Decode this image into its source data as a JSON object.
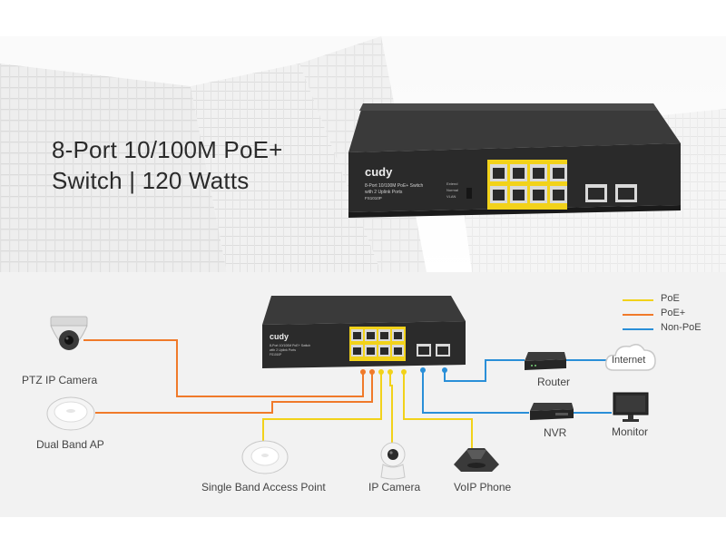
{
  "hero": {
    "title_line1": "8-Port 10/100M PoE+",
    "title_line2": "Switch | 120 Watts"
  },
  "switch": {
    "brand": "cudy",
    "desc_line1": "8-Port 10/100M PoE+ Switch",
    "desc_line2": "with 2 Uplink Ports",
    "model": "FS1010P",
    "mode_labels": [
      "Extend",
      "Normal",
      "VLAN"
    ]
  },
  "legend": {
    "items": [
      {
        "label": "PoE",
        "color": "#f2d21a"
      },
      {
        "label": "PoE+",
        "color": "#f07a2a"
      },
      {
        "label": "Non-PoE",
        "color": "#2a8fd8"
      }
    ]
  },
  "devices": {
    "ptz_camera": "PTZ IP Camera",
    "dual_band_ap": "Dual Band AP",
    "single_band_ap": "Single Band Access Point",
    "ip_camera": "IP Camera",
    "voip_phone": "VoIP Phone",
    "router": "Router",
    "nvr": "NVR",
    "monitor": "Monitor",
    "internet": "Internet"
  },
  "colors": {
    "poe": "#f2d21a",
    "poe_plus": "#f07a2a",
    "non_poe": "#2a8fd8",
    "switch_body": "#2b2b2b"
  }
}
